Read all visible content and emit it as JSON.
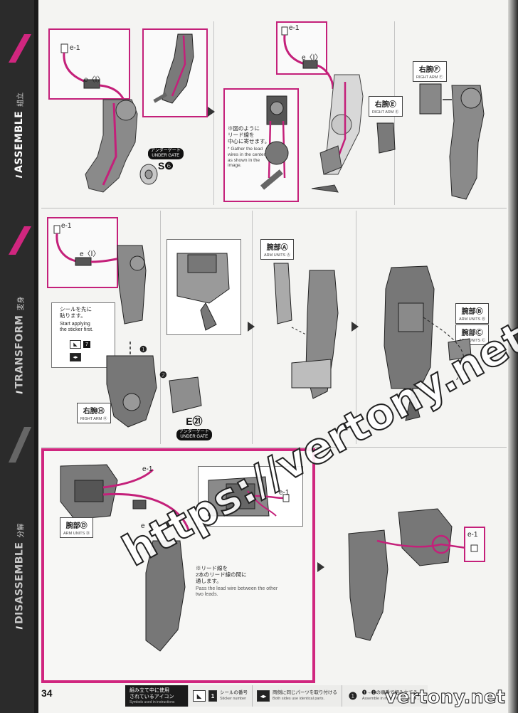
{
  "sections": {
    "assemble": {
      "en": "ASSEMBLE",
      "jp": "組立"
    },
    "transform": {
      "en": "TRANSFORM",
      "jp": "変身"
    },
    "disassemble": {
      "en": "DISASSEMBLE",
      "jp": "分解"
    }
  },
  "row1": {
    "wire_e1": "e-1",
    "wire_eI": "e〈Ⅰ〉",
    "gate_jp": "アンダーゲート",
    "gate_en": "UNDER GATE",
    "gate_code": "S❻",
    "note_jp": "※図のように\nリード線を\n中心に寄せます。",
    "note_en": "* Gather the lead\nwires in the center,\nas shown in the\nimage.",
    "wire_e1_b": "e-1",
    "wire_eI_b": "e〈Ⅰ〉",
    "right_arm_e_jp": "右腕Ⓔ",
    "right_arm_e_en": "RIGHT ARM Ⓔ",
    "right_arm_f_jp": "右腕Ⓕ",
    "right_arm_f_en": "RIGHT ARM Ⓕ"
  },
  "row2": {
    "wire_e1": "e-1",
    "wire_eI": "e〈Ⅰ〉",
    "sticker_note_jp": "シールを先に\n貼ります。",
    "sticker_note_en": "Start applying\nthe sticker first.",
    "sticker_num": "7",
    "step1": "❶",
    "step2": "❷",
    "right_arm_h_jp": "右腕Ⓗ",
    "right_arm_h_en": "RIGHT ARM Ⓗ",
    "gate_code": "E㉑",
    "gate_jp": "アンダーゲート",
    "gate_en": "UNDER GATE",
    "arm_a_jp": "腕部Ⓐ",
    "arm_a_en": "ARM UNITS Ⓐ",
    "arm_b_jp": "腕部Ⓑ",
    "arm_b_en": "ARM UNITS Ⓑ",
    "arm_c_jp": "腕部Ⓒ",
    "arm_c_en": "ARM UNITS Ⓒ"
  },
  "row3": {
    "wire_e1": "e-1",
    "wire_e1_b": "e-1",
    "wire_e1_c": "e-1",
    "wire_eI": "e〈Ⅰ〉",
    "arm_d_jp": "腕部Ⓓ",
    "arm_d_en": "ARM UNITS Ⓓ",
    "note_jp": "※リード線を\n2本のリード線の間に\n通します。",
    "note_en": "Pass the lead wire between the other\ntwo leads."
  },
  "footer": {
    "page_number": "34",
    "legend_title_jp": "組み立て中に使用\nされているアイコン",
    "legend_title_en": "Symbols used in instructions",
    "item1_jp": "シールの番号",
    "item1_en": "Sticker number",
    "item1_icon": "1",
    "item2_jp": "両側に同じパーツを取り付ける",
    "item2_en": "Both sides use identical parts.",
    "item3_jp": "❶→❷の順番で組み立てる",
    "item3_en": "Assemble in numerical order ❶→❷",
    "item3_icon": "❶"
  },
  "watermark": "https://vertony.net/",
  "watermark_small": "vertony.net",
  "colors": {
    "accent": "#d0267f",
    "sidebar": "#2b2b2b",
    "part_grey": "#7a7a7a"
  }
}
